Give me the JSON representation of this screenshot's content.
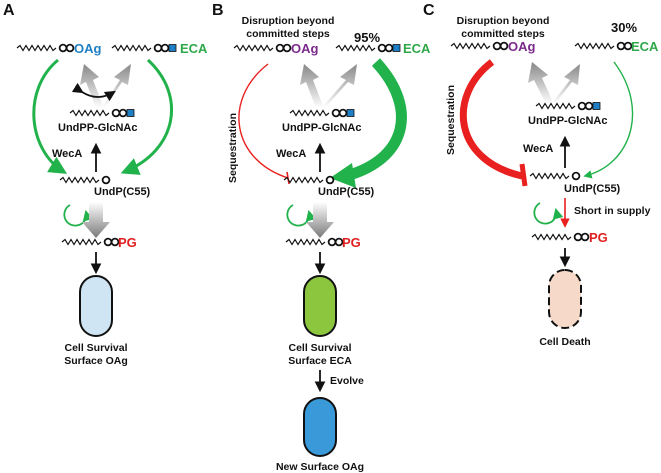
{
  "panels": {
    "a": {
      "letter": "A",
      "oag": "OAg",
      "eca": "ECA",
      "undpp": "UndPP-GlcNAc",
      "weca": "WecA",
      "undp": "UndP(C55)",
      "pg": "PG",
      "caption1": "Cell Survival",
      "caption2": "Surface OAg"
    },
    "b": {
      "letter": "B",
      "title1": "Disruption beyond",
      "title2": "committed steps",
      "oag": "OAg",
      "eca": "ECA",
      "percent": "95%",
      "sequestration": "Sequestration",
      "undpp": "UndPP-GlcNAc",
      "weca": "WecA",
      "undp": "UndP(C55)",
      "pg": "PG",
      "caption1": "Cell Survival",
      "caption2": "Surface ECA",
      "evolve": "Evolve",
      "caption3": "New Surface OAg"
    },
    "c": {
      "letter": "C",
      "title1": "Disruption beyond",
      "title2": "committed steps",
      "oag": "OAg",
      "eca": "ECA",
      "percent": "30%",
      "sequestration": "Sequestration",
      "undpp": "UndPP-GlcNAc",
      "weca": "WecA",
      "undp": "UndP(C55)",
      "short_supply": "Short in supply",
      "pg": "PG",
      "caption": "Cell Death"
    }
  },
  "colors": {
    "oag_blue": "#1f7fc4",
    "oag_purple": "#7b2a8c",
    "eca_green": "#2ea84a",
    "pg_red": "#e02020",
    "arrow_green": "#22b24c",
    "arrow_red": "#e8201f",
    "cell_survival_a": "#cfe5f3",
    "cell_survival_b": "#8cc63f",
    "cell_new": "#3a9ad9",
    "cell_death": "#f6d9c9"
  }
}
